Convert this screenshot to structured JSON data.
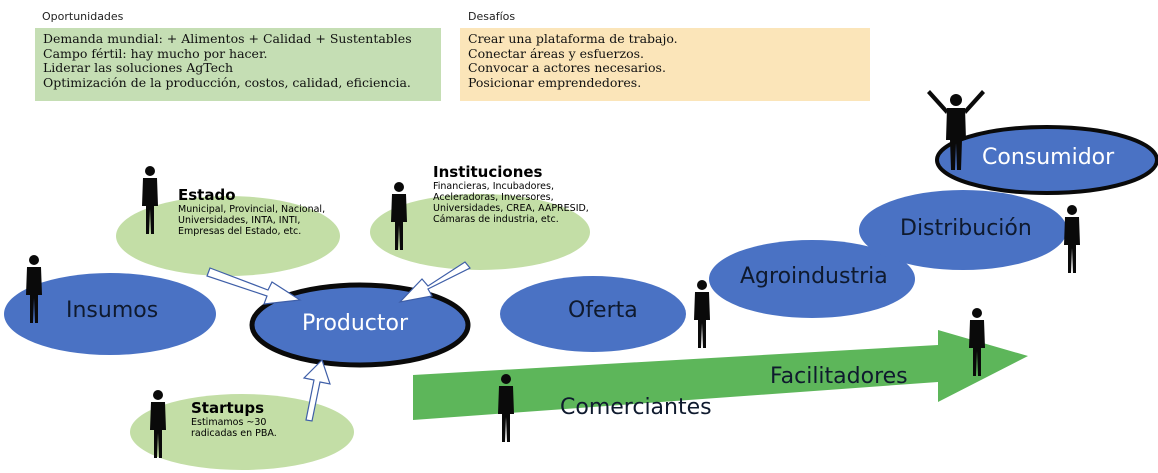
{
  "oportunidades": {
    "title": "Oportunidades",
    "lines": [
      "Demanda mundial: + Alimentos + Calidad + Sustentables",
      "Campo fértil: hay mucho por hacer.",
      "Liderar las soluciones AgTech",
      "Optimización de la producción, costos, calidad, eficiencia."
    ]
  },
  "desafios": {
    "title": "Desafíos",
    "lines": [
      "Crear una plataforma de trabajo.",
      "Conectar áreas y esfuerzos.",
      "Convocar a actores necesarios.",
      "Posicionar emprendedores."
    ]
  },
  "nodes": {
    "insumos": "Insumos",
    "productor": "Productor",
    "oferta": "Oferta",
    "agroindustria": "Agroindustria",
    "distribucion": "Distribución",
    "consumidor": "Consumidor"
  },
  "estado": {
    "title": "Estado",
    "lines": [
      "Municipal, Provincial, Nacional,",
      "Universidades, INTA, INTI,",
      "Empresas del Estado, etc."
    ]
  },
  "instituciones": {
    "title": "Instituciones",
    "lines": [
      "Financieras, Incubadores,",
      "Aceleradoras, Inversores,",
      "Universidades, CREA, AAPRESID,",
      "Cámaras de industria, etc."
    ]
  },
  "startups": {
    "title": "Startups",
    "lines": [
      "Estimamos ~30",
      "radicadas en PBA."
    ]
  },
  "arrow": {
    "comerciantes": "Comerciantes",
    "facilitadores": "Facilitadores"
  },
  "colors": {
    "blue_node": "#4a72c4",
    "green_node": "#c3dea6",
    "green_arrow": "#5db65a",
    "oportunidades_bg": "#c5deb4",
    "desafios_bg": "#fbe5b9"
  }
}
